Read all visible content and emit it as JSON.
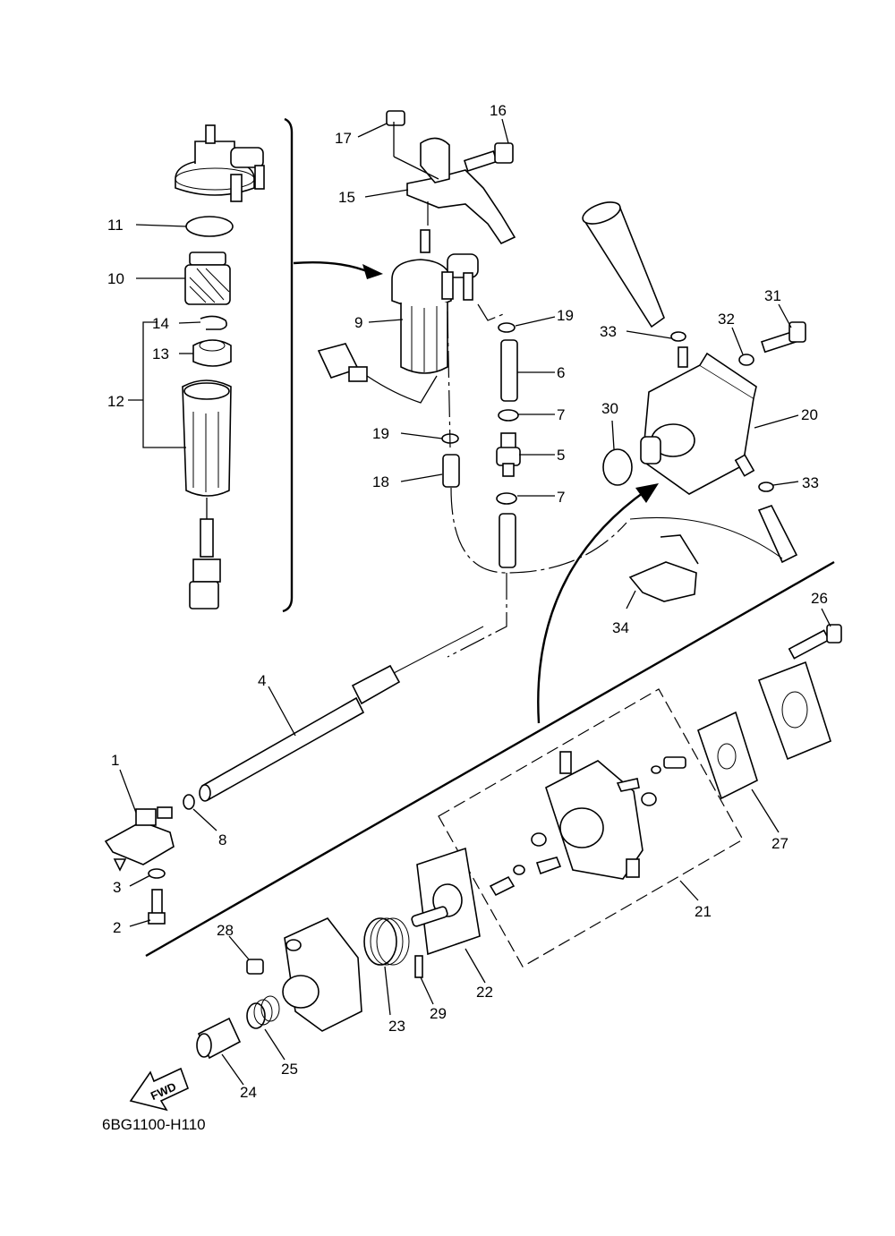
{
  "diagram_code": "6BG1100-H110",
  "fwd_label": "FWD",
  "callouts": [
    {
      "id": "1",
      "label": "1"
    },
    {
      "id": "2",
      "label": "2"
    },
    {
      "id": "3",
      "label": "3"
    },
    {
      "id": "4",
      "label": "4"
    },
    {
      "id": "5",
      "label": "5"
    },
    {
      "id": "6",
      "label": "6"
    },
    {
      "id": "7a",
      "label": "7"
    },
    {
      "id": "7b",
      "label": "7"
    },
    {
      "id": "8",
      "label": "8"
    },
    {
      "id": "9",
      "label": "9"
    },
    {
      "id": "10",
      "label": "10"
    },
    {
      "id": "11",
      "label": "11"
    },
    {
      "id": "12",
      "label": "12"
    },
    {
      "id": "13",
      "label": "13"
    },
    {
      "id": "14",
      "label": "14"
    },
    {
      "id": "15",
      "label": "15"
    },
    {
      "id": "16",
      "label": "16"
    },
    {
      "id": "17",
      "label": "17"
    },
    {
      "id": "18",
      "label": "18"
    },
    {
      "id": "19a",
      "label": "19"
    },
    {
      "id": "19b",
      "label": "19"
    },
    {
      "id": "20",
      "label": "20"
    },
    {
      "id": "21",
      "label": "21"
    },
    {
      "id": "22",
      "label": "22"
    },
    {
      "id": "23",
      "label": "23"
    },
    {
      "id": "24",
      "label": "24"
    },
    {
      "id": "25",
      "label": "25"
    },
    {
      "id": "26",
      "label": "26"
    },
    {
      "id": "27",
      "label": "27"
    },
    {
      "id": "28",
      "label": "28"
    },
    {
      "id": "29",
      "label": "29"
    },
    {
      "id": "30",
      "label": "30"
    },
    {
      "id": "31",
      "label": "31"
    },
    {
      "id": "32",
      "label": "32"
    },
    {
      "id": "33a",
      "label": "33"
    },
    {
      "id": "33b",
      "label": "33"
    },
    {
      "id": "34",
      "label": "34"
    }
  ]
}
